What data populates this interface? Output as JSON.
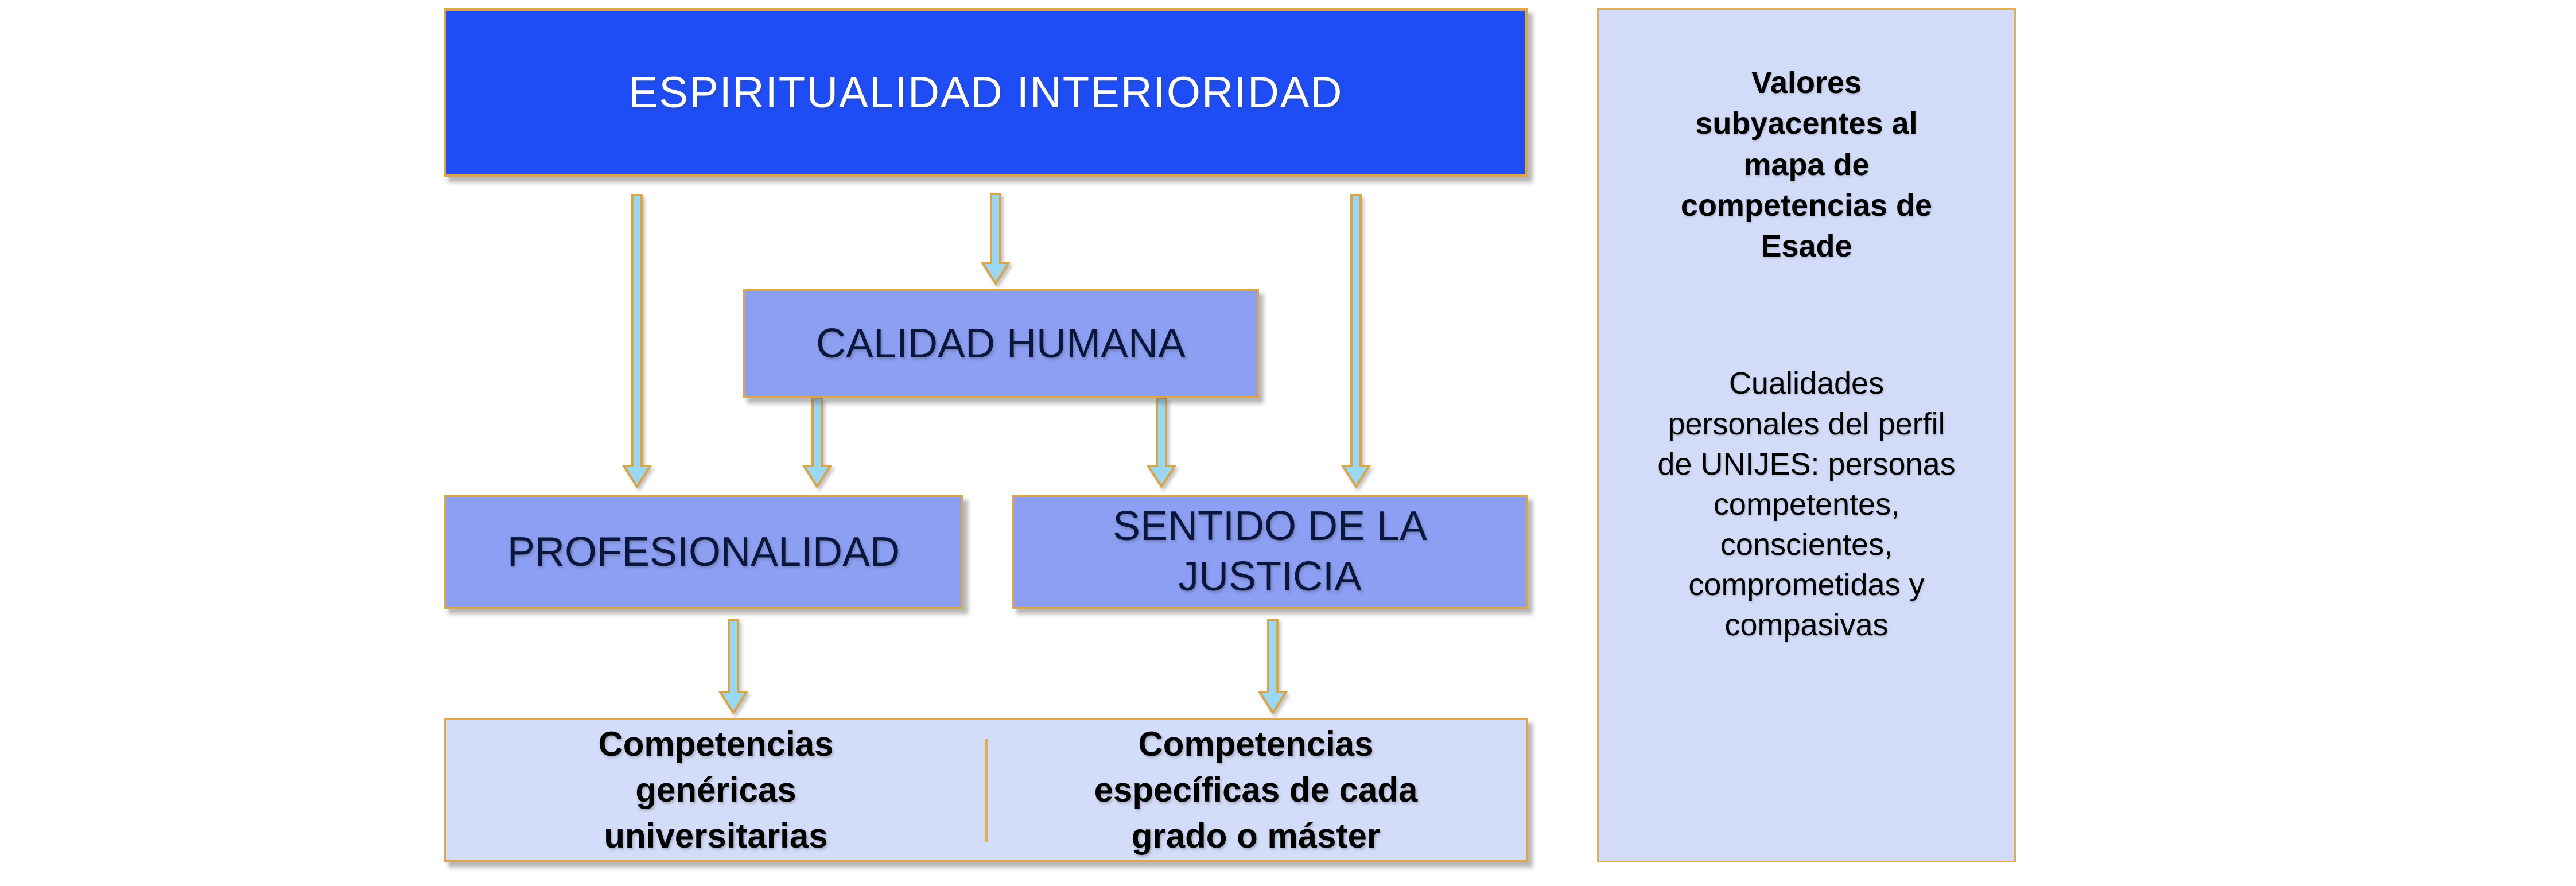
{
  "diagram": {
    "espiritualidad_box": {
      "label": "ESPIRITUALIDAD INTERIORIDAD",
      "fill": "#1e4df6",
      "text_color": "#ffffff"
    },
    "calidad_box": {
      "label": "CALIDAD HUMANA",
      "fill": "#8c9ff2",
      "text_color": "#0a163e"
    },
    "profesionalidad_box": {
      "label": "PROFESIONALIDAD",
      "fill": "#8c9ff2",
      "text_color": "#0a163e"
    },
    "sentido_box": {
      "label": "SENTIDO DE LA\nJUSTICIA",
      "fill": "#8c9ff2",
      "text_color": "#0a163e"
    },
    "competencias_box": {
      "left_label": "Competencias\ngenéricas\nuniversitarias",
      "right_label": "Competencias\nespecíficas de cada\ngrado o máster",
      "fill": "#d3dcf9",
      "text_color": "#000000"
    },
    "connectors": [
      {
        "from": "espiritualidad",
        "to": "profesionalidad"
      },
      {
        "from": "espiritualidad",
        "to": "calidad-humana"
      },
      {
        "from": "espiritualidad",
        "to": "sentido-de-la-justicia"
      },
      {
        "from": "calidad-humana",
        "to": "profesionalidad"
      },
      {
        "from": "calidad-humana",
        "to": "sentido-de-la-justicia"
      },
      {
        "from": "profesionalidad",
        "to": "competencias-genericas"
      },
      {
        "from": "sentido-de-la-justicia",
        "to": "competencias-especificas"
      }
    ],
    "colors": {
      "box_border": "#dca64b",
      "arrow_fill": "#9ad7f3",
      "arrow_border": "#d8a548",
      "background": "#ffffff"
    }
  },
  "sidebar": {
    "title": "Valores\nsubyacentes al\nmapa de\ncompetencias de\nEsade",
    "body": "Cualidades\npersonales del perfil\nde UNIJES: personas\ncompetentes,\nconscientes,\ncomprometidas y\ncompasivas",
    "fill": "#d2dbf8"
  }
}
